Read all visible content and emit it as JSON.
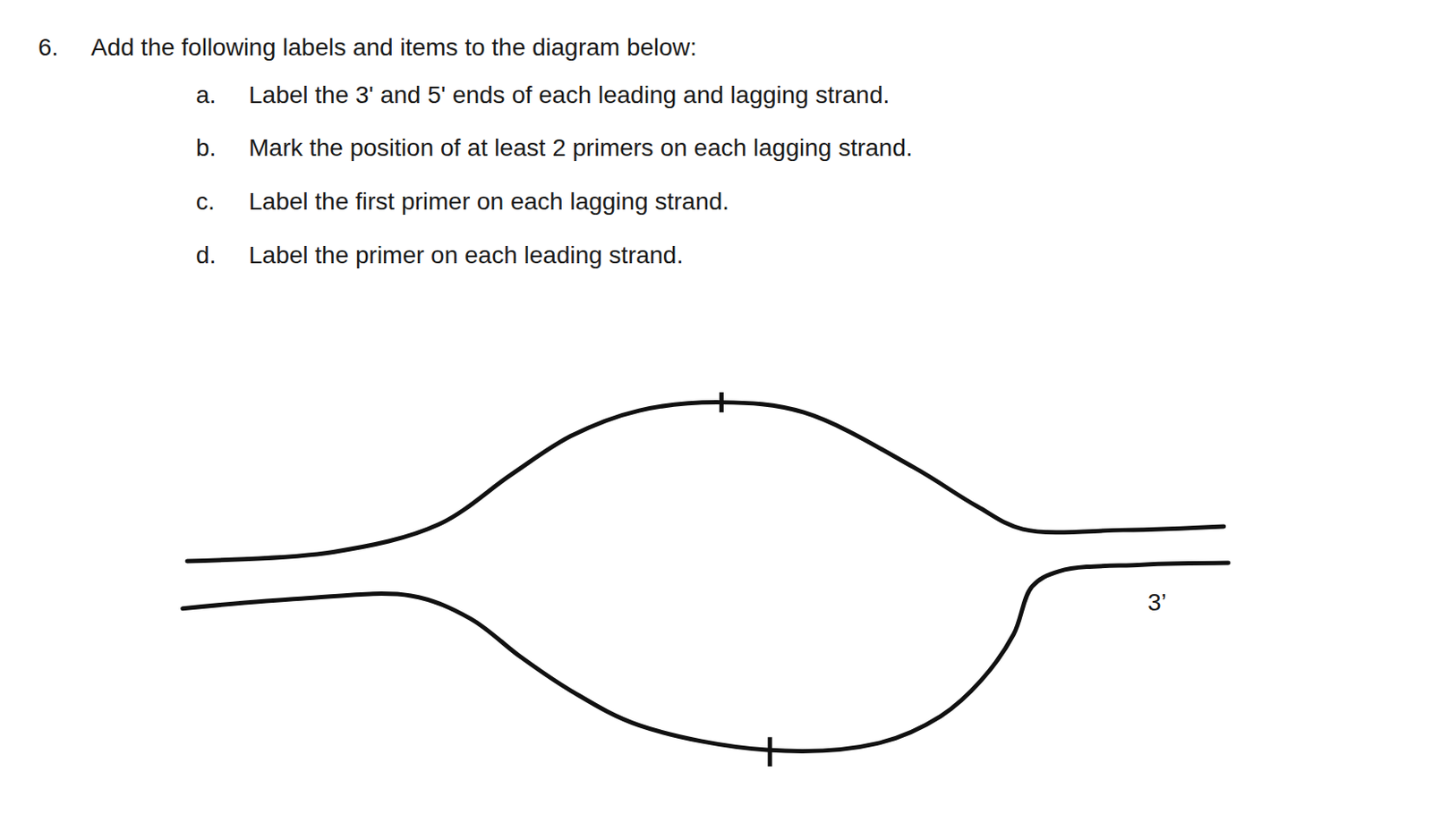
{
  "diagram": {
    "labels": [
      "6.",
      "Add the following labels and items to the diagram below:",
      "a.",
      "Label the 3' and 5' ends of each leading and lagging strand.",
      "b.",
      "Mark the position of at least 2 primers on each lagging strand.",
      "c.",
      "Label the first primer on each lagging strand.",
      "d.",
      "Label the primer on each leading strand.",
      "3’"
    ]
  }
}
